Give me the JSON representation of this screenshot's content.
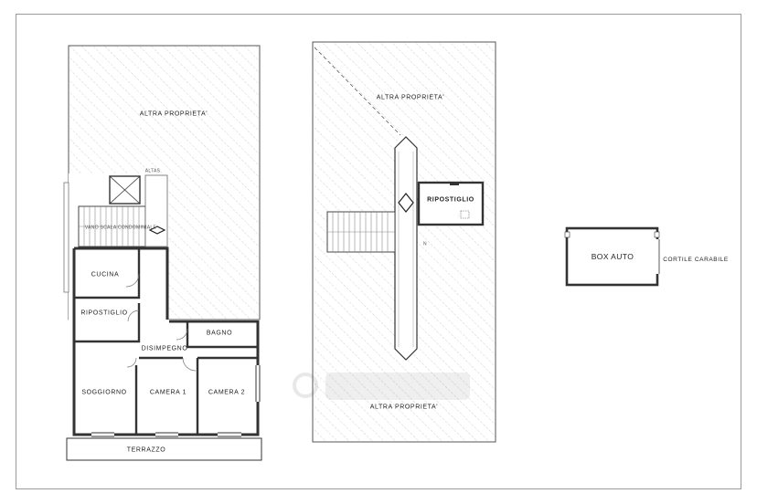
{
  "labels": {
    "altra_proprieta_left": "ALTRA PROPRIETA'",
    "altra_proprieta_mid_top": "ALTRA PROPRIETA'",
    "altra_proprieta_mid_bottom": "ALTRA PROPRIETA'",
    "cucina": "CUCINA",
    "ripostiglio_left": "RIPOSTIGLIO",
    "bagno": "BAGNO",
    "disimpegno": "DISIMPEGNO",
    "soggiorno": "SOGGIORNO",
    "camera_1": "CAMERA 1",
    "camera_2": "CAMERA 2",
    "terrazzo": "TERRAZZO",
    "ripostiglio_mid": "RIPOSTIGLIO",
    "box_auto": "BOX AUTO",
    "cortile_carabile": "CORTILE CARABILE",
    "altas": "ALTAS",
    "stair_note": "VANO SCALA CONDOMINIALE",
    "note_n": "N"
  }
}
